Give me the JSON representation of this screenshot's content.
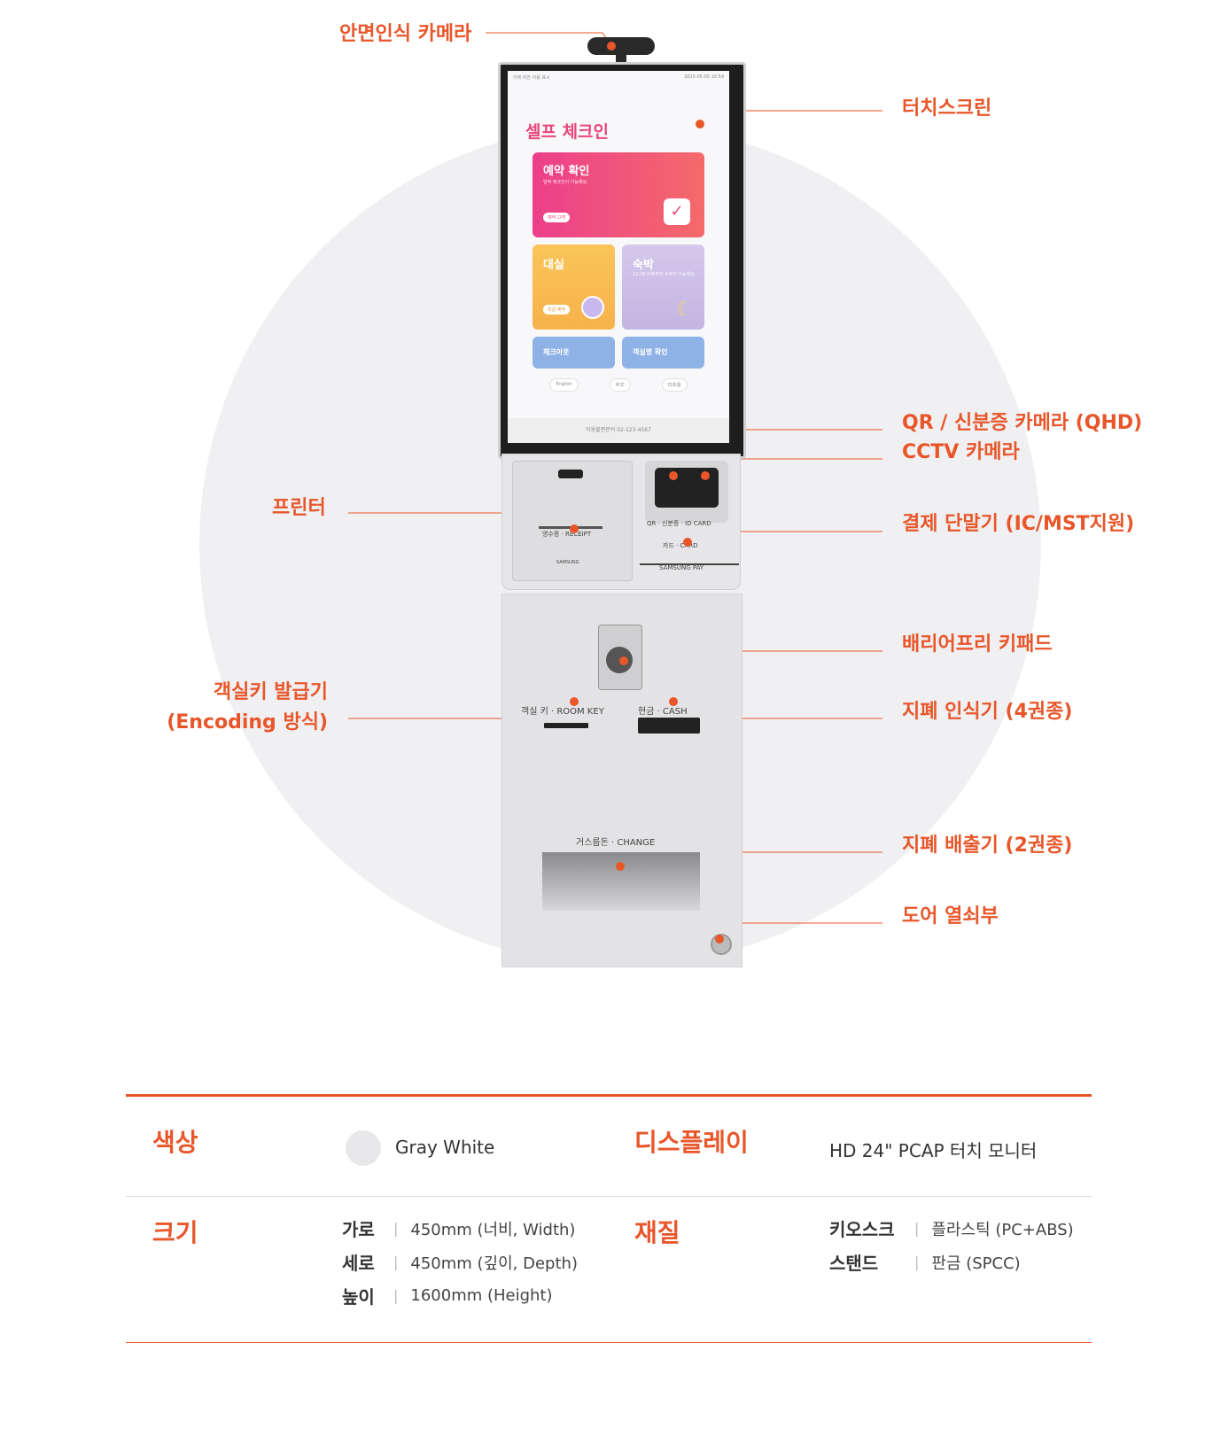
{
  "callouts": {
    "face_camera": "안면인식 카메라",
    "touchscreen": "터치스크린",
    "qr_camera": "QR / 신분증 카메라 (QHD)",
    "cctv": "CCTV 카메라",
    "printer": "프린터",
    "payment": "결제 단말기 (IC/MST지원)",
    "keypad": "배리어프리 키패드",
    "roomkey_line1": "객실키 발급기",
    "roomkey_line2": "(Encoding 방식)",
    "bill_acceptor": "지폐 인식기 (4권종)",
    "bill_dispenser": "지폐 배출기 (2권종)",
    "door_lock": "도어 열쇠부"
  },
  "screen": {
    "top_left": "이에 비한 이용 표시",
    "top_right": "2025-05-05 16:59",
    "title": "셀프 체크인",
    "reservation": {
      "title": "예약 확인",
      "sub": "일짝 체크인이 가능해요.",
      "btn": "예약 고객"
    },
    "rental": {
      "title": "대실",
      "btn": "지금 예약"
    },
    "stay": {
      "title": "숙박",
      "sub": "12:30 이후부터 숙박이 가능해요."
    },
    "checkout": "체크아웃",
    "room_check": "객실명 확인",
    "langs": [
      "English",
      "中文",
      "日本語"
    ],
    "footer": "이용불편문의 02-123-4567"
  },
  "hardware": {
    "receipt": "영수증 · RECEIPT",
    "brand": "SAMSUNG",
    "qr_label": "QR · 신분증 · ID CARD",
    "card_label": "카드 · CARD",
    "samsung_pay": "SAMSUNG PAY",
    "room_key": "객실 키 · ROOM KEY",
    "cash": "현금 · CASH",
    "change": "거스름돈 · CHANGE"
  },
  "specs": {
    "color_label": "색상",
    "color_value": "Gray White",
    "display_label": "디스플레이",
    "display_value": "HD 24\" PCAP 터치 모니터",
    "size_label": "크기",
    "size_rows": [
      {
        "k": "가로",
        "v": "450mm (너비, Width)"
      },
      {
        "k": "세로",
        "v": "450mm (깊이, Depth)"
      },
      {
        "k": "높이",
        "v": "1600mm (Height)"
      }
    ],
    "material_label": "재질",
    "material_rows": [
      {
        "k": "키오스크",
        "v": "플라스틱 (PC+ABS)"
      },
      {
        "k": "스탠드",
        "v": "판금 (SPCC)"
      }
    ]
  },
  "colors": {
    "accent": "#e8562a",
    "swatch": "#e8e8ea"
  }
}
